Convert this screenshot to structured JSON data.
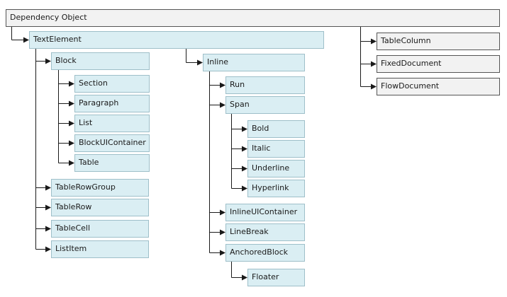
{
  "nodes": {
    "dependency_object": "Dependency Object",
    "text_element": "TextElement",
    "block": "Block",
    "section": "Section",
    "paragraph": "Paragraph",
    "list": "List",
    "block_ui_container": "BlockUIContainer",
    "table": "Table",
    "table_row_group": "TableRowGroup",
    "table_row": "TableRow",
    "table_cell": "TableCell",
    "list_item": "ListItem",
    "inline": "Inline",
    "run": "Run",
    "span": "Span",
    "bold": "Bold",
    "italic": "Italic",
    "underline": "Underline",
    "hyperlink": "Hyperlink",
    "inline_ui_container": "InlineUIContainer",
    "line_break": "LineBreak",
    "anchored_block": "AnchoredBlock",
    "floater": "Floater",
    "table_column": "TableColumn",
    "fixed_document": "FixedDocument",
    "flow_document": "FlowDocument"
  },
  "colors": {
    "blue_fill": "#daeef3",
    "blue_border": "#9ebfc9",
    "gray_fill": "#f2f2f2",
    "gray_border": "#555555",
    "connector": "#1a1a1a"
  }
}
